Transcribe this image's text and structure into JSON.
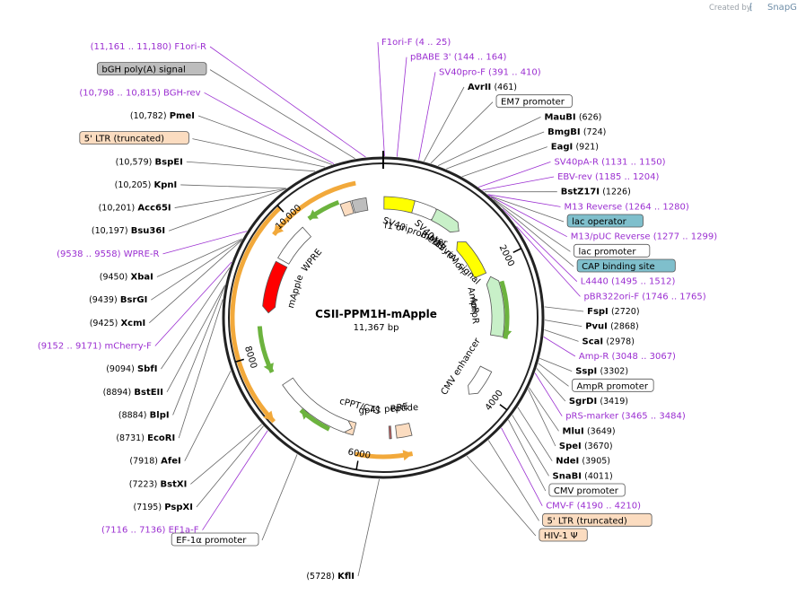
{
  "credit": {
    "prefix": "Created by",
    "brand": "SnapGene"
  },
  "plasmid": {
    "name": "CSII-PPM1H-mApple",
    "length": "11,367 bp",
    "total": 11367
  },
  "ticks": [
    "2000",
    "4000",
    "6000",
    "8000",
    "10,000"
  ],
  "tick_values": [
    2000,
    4000,
    6000,
    8000,
    10000
  ],
  "right_labels": [
    {
      "kind": "primer",
      "name": "F1ori-F",
      "pos": "(4 .. 25)",
      "site": 14
    },
    {
      "kind": "primer",
      "name": "pBABE 3'",
      "pos": "(144 .. 164)",
      "site": 154
    },
    {
      "kind": "primer",
      "name": "SV40pro-F",
      "pos": "(391 .. 410)",
      "site": 400
    },
    {
      "kind": "enzyme",
      "name": "AvrII",
      "pos": "(461)",
      "site": 461
    },
    {
      "kind": "box",
      "name": "EM7 promoter",
      "color": "#ffffff",
      "site": 540
    },
    {
      "kind": "enzyme",
      "name": "MauBI",
      "pos": "(626)",
      "site": 626
    },
    {
      "kind": "enzyme",
      "name": "BmgBI",
      "pos": "(724)",
      "site": 724
    },
    {
      "kind": "enzyme",
      "name": "EagI",
      "pos": "(921)",
      "site": 921
    },
    {
      "kind": "primer",
      "name": "SV40pA-R",
      "pos": "(1131 .. 1150)",
      "site": 1140
    },
    {
      "kind": "primer",
      "name": "EBV-rev",
      "pos": "(1185 .. 1204)",
      "site": 1195
    },
    {
      "kind": "enzyme",
      "name": "BstZ17I",
      "pos": "(1226)",
      "site": 1226
    },
    {
      "kind": "primer",
      "name": "M13 Reverse",
      "pos": "(1264 .. 1280)",
      "site": 1272
    },
    {
      "kind": "box",
      "name": "lac operator",
      "color": "#7fbfcc",
      "site": 1290
    },
    {
      "kind": "primer",
      "name": "M13/pUC Reverse",
      "pos": "(1277 .. 1299)",
      "site": 1288
    },
    {
      "kind": "box",
      "name": "lac promoter",
      "color": "#ffffff",
      "site": 1320
    },
    {
      "kind": "box",
      "name": "CAP binding site",
      "color": "#7fbfcc",
      "site": 1360
    },
    {
      "kind": "primer",
      "name": "L4440",
      "pos": "(1495 .. 1512)",
      "site": 1503
    },
    {
      "kind": "primer",
      "name": "pBR322ori-F",
      "pos": "(1746 .. 1765)",
      "site": 1755
    },
    {
      "kind": "enzyme",
      "name": "FspI",
      "pos": "(2720)",
      "site": 2720
    },
    {
      "kind": "enzyme",
      "name": "PvuI",
      "pos": "(2868)",
      "site": 2868
    },
    {
      "kind": "enzyme",
      "name": "ScaI",
      "pos": "(2978)",
      "site": 2978
    },
    {
      "kind": "primer",
      "name": "Amp-R",
      "pos": "(3048 .. 3067)",
      "site": 3057
    },
    {
      "kind": "enzyme",
      "name": "SspI",
      "pos": "(3302)",
      "site": 3302
    },
    {
      "kind": "box",
      "name": "AmpR promoter",
      "color": "#ffffff",
      "site": 3360
    },
    {
      "kind": "enzyme",
      "name": "SgrDI",
      "pos": "(3419)",
      "site": 3419
    },
    {
      "kind": "primer",
      "name": "pRS-marker",
      "pos": "(3465 .. 3484)",
      "site": 3474
    },
    {
      "kind": "enzyme",
      "name": "MluI",
      "pos": "(3649)",
      "site": 3649
    },
    {
      "kind": "enzyme",
      "name": "SpeI",
      "pos": "(3670)",
      "site": 3670
    },
    {
      "kind": "enzyme",
      "name": "NdeI",
      "pos": "(3905)",
      "site": 3905
    },
    {
      "kind": "enzyme",
      "name": "SnaBI",
      "pos": "(4011)",
      "site": 4011
    },
    {
      "kind": "box",
      "name": "CMV promoter",
      "color": "#ffffff",
      "site": 4080
    },
    {
      "kind": "primer",
      "name": "CMV-F",
      "pos": "(4190 .. 4210)",
      "site": 4200
    },
    {
      "kind": "box",
      "name": "5' LTR (truncated)",
      "color": "#fbdcc0",
      "site": 4400
    },
    {
      "kind": "box",
      "name": "HIV-1 Ψ",
      "color": "#fbdcc0",
      "site": 4700
    }
  ],
  "left_labels": [
    {
      "kind": "primer",
      "name": "F1ori-R",
      "pos": "(11,161 .. 11,180)",
      "site": 11170
    },
    {
      "kind": "box",
      "name": "bGH poly(A) signal",
      "color": "#bdbdbd",
      "site": 11050
    },
    {
      "kind": "primer",
      "name": "BGH-rev",
      "pos": "(10,798 .. 10,815)",
      "site": 10806
    },
    {
      "kind": "enzyme",
      "name": "PmeI",
      "pos": "(10,782)",
      "site": 10782
    },
    {
      "kind": "box",
      "name": "5' LTR (truncated)",
      "color": "#fbdcc0",
      "site": 10700
    },
    {
      "kind": "enzyme",
      "name": "BspEI",
      "pos": "(10,579)",
      "site": 10579
    },
    {
      "kind": "enzyme",
      "name": "KpnI",
      "pos": "(10,205)",
      "site": 10205
    },
    {
      "kind": "enzyme",
      "name": "Acc65I",
      "pos": "(10,201)",
      "site": 10201
    },
    {
      "kind": "enzyme",
      "name": "Bsu36I",
      "pos": "(10,197)",
      "site": 10197
    },
    {
      "kind": "primer",
      "name": "WPRE-R",
      "pos": "(9538 .. 9558)",
      "site": 9548
    },
    {
      "kind": "enzyme",
      "name": "XbaI",
      "pos": "(9450)",
      "site": 9450
    },
    {
      "kind": "enzyme",
      "name": "BsrGI",
      "pos": "(9439)",
      "site": 9439
    },
    {
      "kind": "enzyme",
      "name": "XcmI",
      "pos": "(9425)",
      "site": 9425
    },
    {
      "kind": "primer",
      "name": "mCherry-F",
      "pos": "(9152 .. 9171)",
      "site": 9161
    },
    {
      "kind": "enzyme",
      "name": "SbfI",
      "pos": "(9094)",
      "site": 9094
    },
    {
      "kind": "enzyme",
      "name": "BstEII",
      "pos": "(8894)",
      "site": 8894
    },
    {
      "kind": "enzyme",
      "name": "BlpI",
      "pos": "(8884)",
      "site": 8884
    },
    {
      "kind": "enzyme",
      "name": "EcoRI",
      "pos": "(8731)",
      "site": 8731
    },
    {
      "kind": "enzyme",
      "name": "AfeI",
      "pos": "(7918)",
      "site": 7918
    },
    {
      "kind": "enzyme",
      "name": "BstXI",
      "pos": "(7223)",
      "site": 7223
    },
    {
      "kind": "enzyme",
      "name": "PspXI",
      "pos": "(7195)",
      "site": 7195
    },
    {
      "kind": "primer",
      "name": "EF1a-F",
      "pos": "(7116 .. 7136)",
      "site": 7126
    },
    {
      "kind": "box",
      "name": "EF-1α promoter",
      "color": "#ffffff",
      "site": 6700
    },
    {
      "kind": "enzyme",
      "name": "KflI",
      "pos": "(5728)",
      "site": 5728
    }
  ],
  "features": [
    {
      "name": "f1 ori",
      "start": 12,
      "end": 470,
      "dir": "fwd",
      "color": "#ffff00",
      "track": 0
    },
    {
      "name": "SV40 promoter",
      "start": 480,
      "end": 810,
      "dir": "fwd",
      "color": "#ffffff",
      "track": 0
    },
    {
      "name": "BleoR",
      "start": 830,
      "end": 1200,
      "dir": "fwd",
      "color": "#c8f0c8",
      "track": 0
    },
    {
      "name": "ori",
      "start": 1500,
      "end": 2100,
      "dir": "rev",
      "color": "#ffff00",
      "track": 1
    },
    {
      "name": "AmpR",
      "start": 2280,
      "end": 3130,
      "dir": "rev",
      "color": "#c8f0c8",
      "track": 0
    },
    {
      "name": "CMV enhancer",
      "start": 3680,
      "end": 4060,
      "dir": "fwd",
      "color": "#ffffff",
      "track": 0
    },
    {
      "name": "RRE",
      "start": 5250,
      "end": 5480,
      "dir": "none",
      "color": "#fbdcc0",
      "track": 0
    },
    {
      "name": "gp41 peptide",
      "start": 5560,
      "end": 5590,
      "dir": "none",
      "color": "#c86464",
      "track": 0
    },
    {
      "name": "cPPT/CTS",
      "start": 6140,
      "end": 6260,
      "dir": "none",
      "color": "#fbdcc0",
      "track": 0
    },
    {
      "name": "EF-1α promoter (arrow)",
      "start": 6280,
      "end": 7460,
      "dir": "rev",
      "color": "#ffffff",
      "track": 0
    },
    {
      "name": "mApple",
      "start": 8700,
      "end": 9400,
      "dir": "rev",
      "color": "#ff0000",
      "track": 0
    },
    {
      "name": "WPRE",
      "start": 9460,
      "end": 10050,
      "dir": "none",
      "color": "#ffffff",
      "track": 0
    },
    {
      "name": "5' LTR left",
      "start": 10710,
      "end": 10870,
      "dir": "none",
      "color": "#fbdcc0",
      "track": 0
    },
    {
      "name": "bGH poly(A)",
      "start": 10890,
      "end": 11110,
      "dir": "none",
      "color": "#bdbdbd",
      "track": 0
    }
  ],
  "inner_labels": [
    {
      "text": "f1 ori"
    },
    {
      "text": "SV40 promoter"
    },
    {
      "text": "BleoR"
    },
    {
      "text": "M13 rev"
    },
    {
      "text": "SV40 poly(A) signal"
    },
    {
      "text": "ori"
    },
    {
      "text": "AmpR"
    },
    {
      "text": "AmpR"
    },
    {
      "text": "CMV enhancer"
    },
    {
      "text": "RRE"
    },
    {
      "text": "gp41 peptide"
    },
    {
      "text": "cPPT/CTS"
    },
    {
      "text": "mApple"
    },
    {
      "text": "WPRE"
    }
  ],
  "arcs": [
    {
      "start": 9700,
      "end": 11000,
      "color": "#f2a93b",
      "dir": "rev",
      "r": 153
    },
    {
      "start": 7150,
      "end": 10000,
      "color": "#f2a93b",
      "dir": "rev",
      "r": 168
    },
    {
      "start": 10200,
      "end": 10700,
      "color": "#6cb33e",
      "dir": "rev",
      "r": 138
    },
    {
      "start": 7700,
      "end": 8400,
      "color": "#6cb33e",
      "dir": "rev",
      "r": 138
    },
    {
      "start": 6500,
      "end": 7000,
      "color": "#6cb33e",
      "dir": "fwd",
      "r": 138
    },
    {
      "start": 5300,
      "end": 6050,
      "color": "#f2a93b",
      "dir": "rev",
      "r": 155
    },
    {
      "start": 2300,
      "end": 3150,
      "color": "#6cb33e",
      "dir": "fwd",
      "r": 138
    }
  ]
}
